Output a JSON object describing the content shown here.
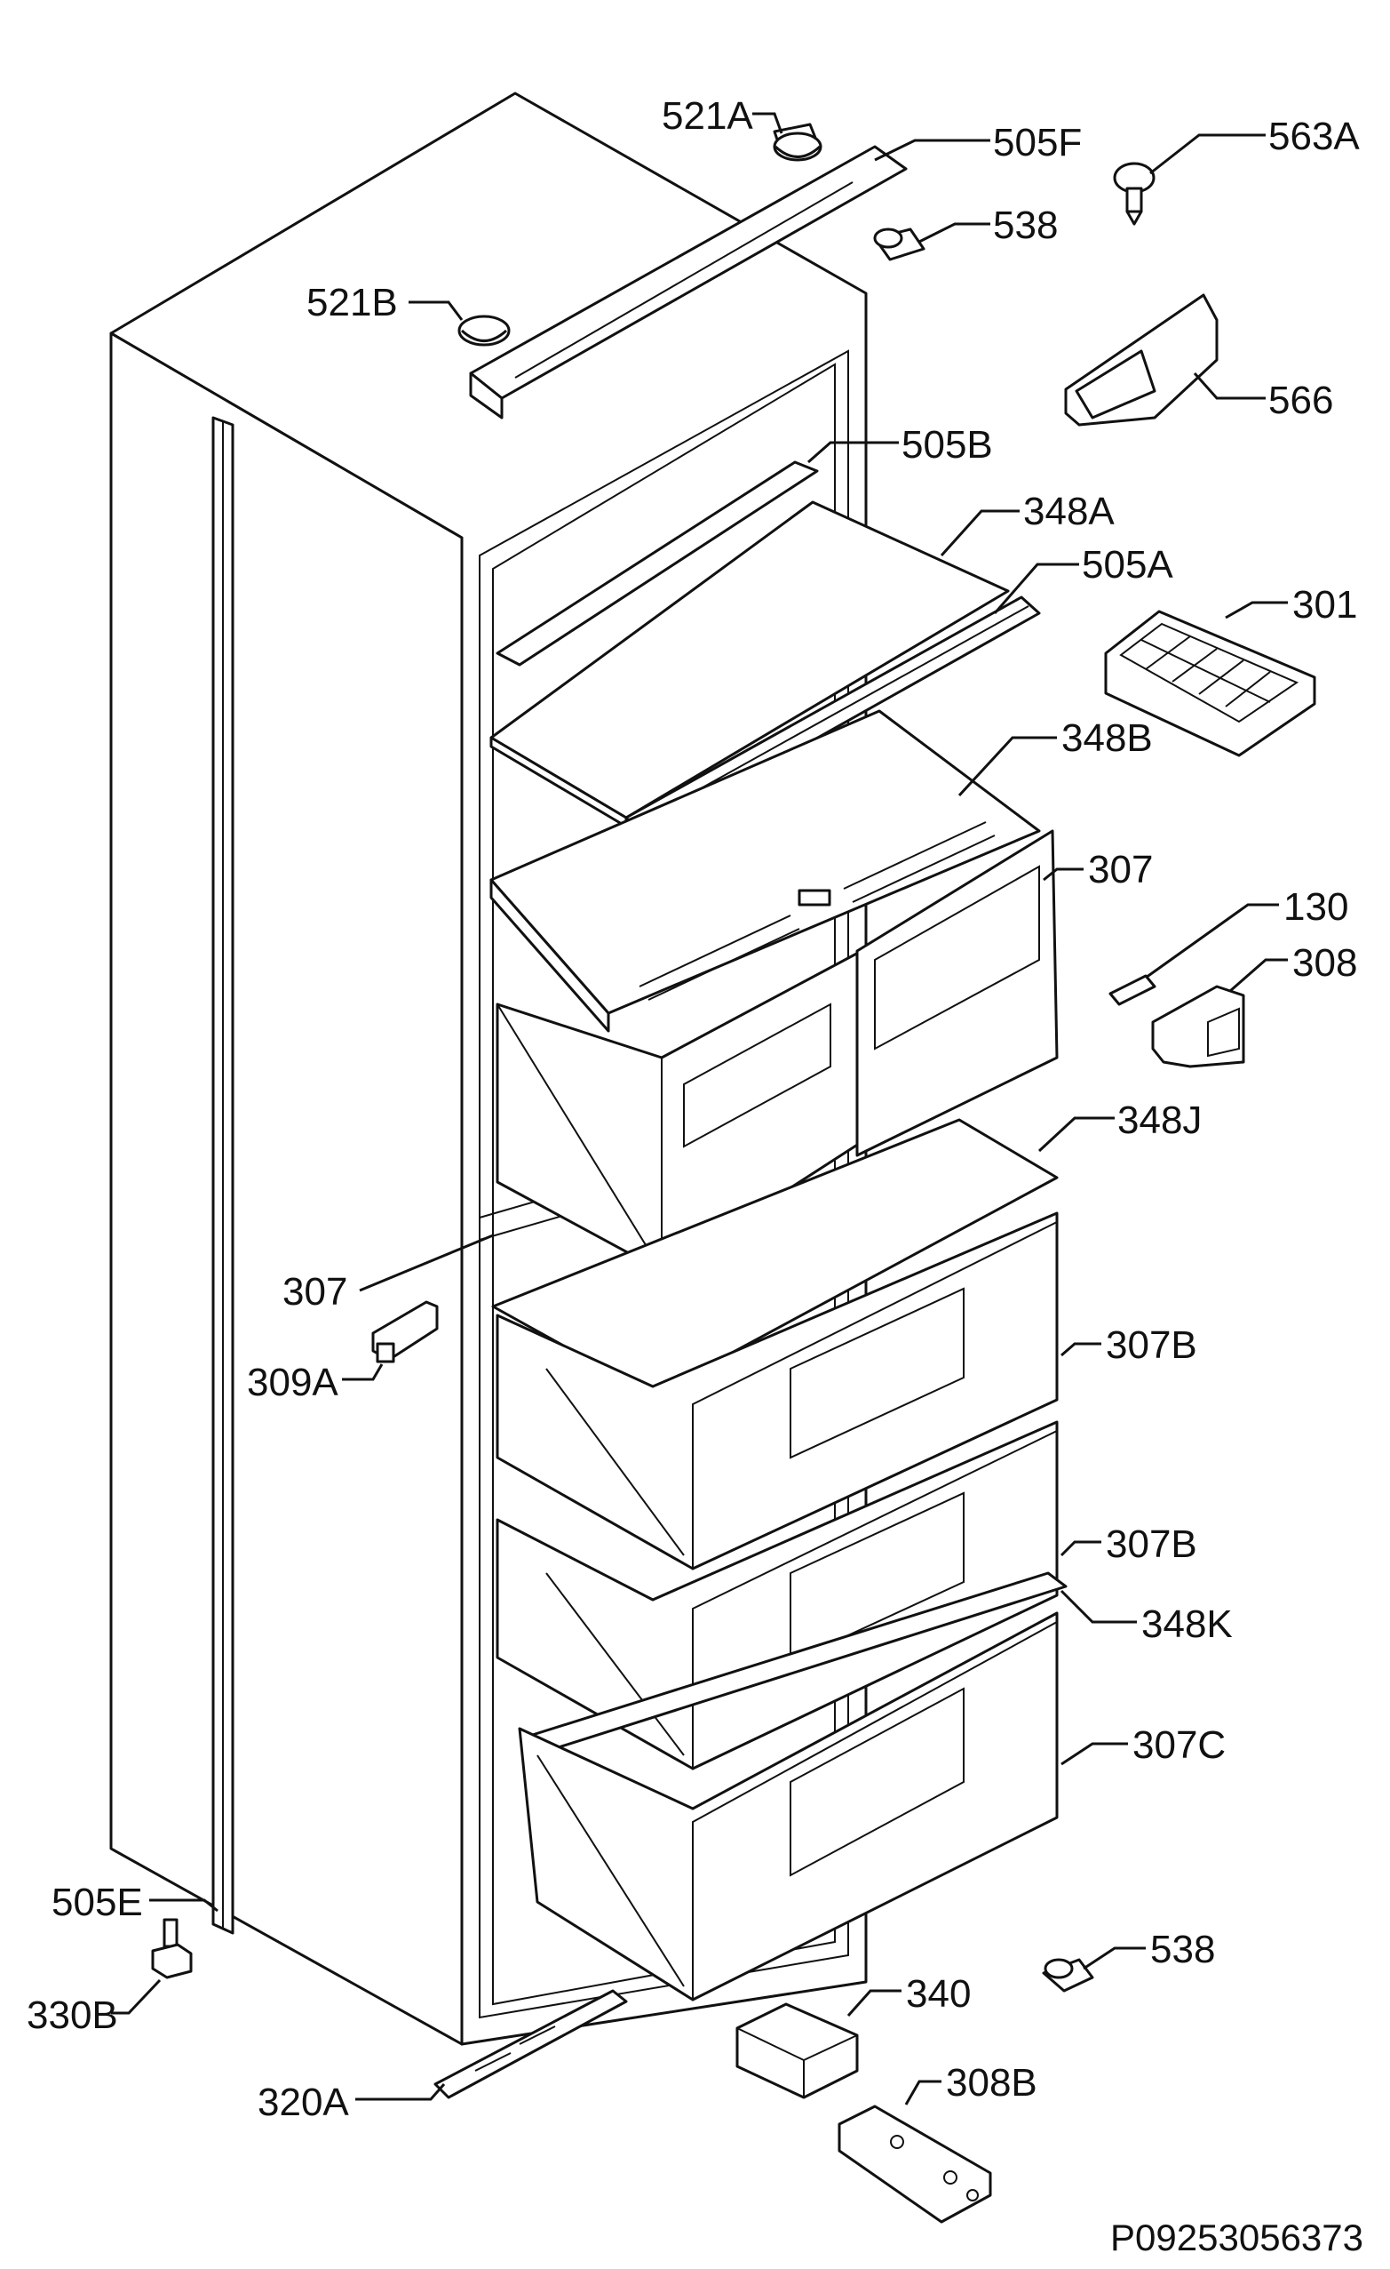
{
  "diagram": {
    "reference_code": "P09253056373",
    "labels": {
      "l521A": "521A",
      "l505F": "505F",
      "l563A": "563A",
      "l538a": "538",
      "l521B": "521B",
      "l566": "566",
      "l505B": "505B",
      "l348A": "348A",
      "l505A": "505A",
      "l301": "301",
      "l348B": "348B",
      "l307a": "307",
      "l130": "130",
      "l308": "308",
      "l348J": "348J",
      "l307b": "307",
      "l309A": "309A",
      "l307B1": "307B",
      "l307B2": "307B",
      "l348K": "348K",
      "l307C": "307C",
      "l505E": "505E",
      "l330B": "330B",
      "l538b": "538",
      "l340": "340",
      "l308B": "308B",
      "l320A": "320A"
    }
  }
}
